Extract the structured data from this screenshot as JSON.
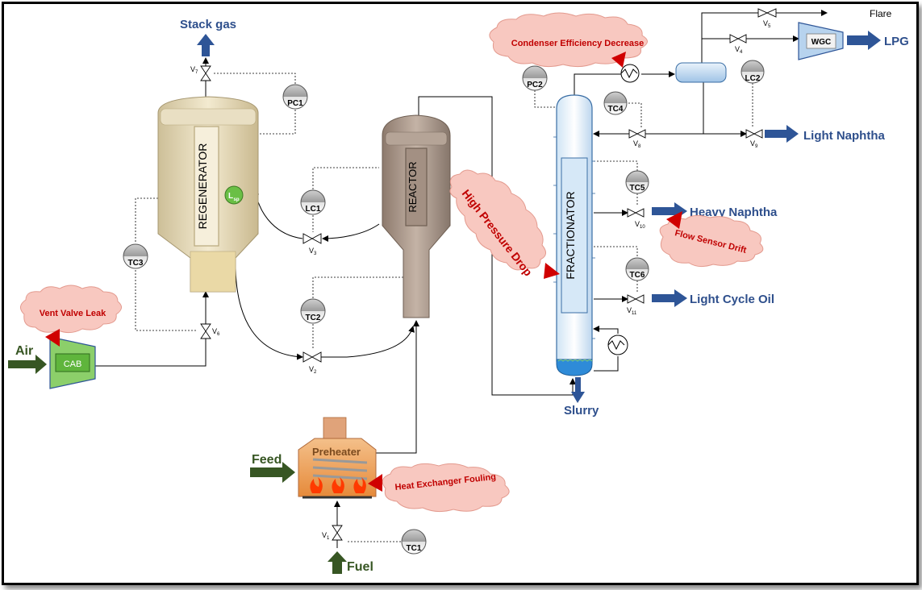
{
  "equipment": {
    "regenerator": "REGENERATOR",
    "reactor": "REACTOR",
    "fractionator": "FRACTIONATOR",
    "preheater": "Preheater",
    "cab": "CAB",
    "wgc": "WGC",
    "lsp_main": "L",
    "lsp_sub": "sp"
  },
  "streams": {
    "stack_gas": "Stack gas",
    "air": "Air",
    "feed": "Feed",
    "fuel": "Fuel",
    "slurry": "Slurry",
    "flare": "Flare",
    "lpg": "LPG",
    "light_naphtha": "Light Naphtha",
    "heavy_naphtha": "Heavy Naphtha",
    "light_cycle_oil": "Light Cycle Oil"
  },
  "instruments": {
    "pc1": "PC1",
    "lc1": "LC1",
    "tc2": "TC2",
    "tc3": "TC3",
    "tc1": "TC1",
    "pc2": "PC2",
    "tc4": "TC4",
    "lc2": "LC2",
    "tc5": "TC5",
    "tc6": "TC6"
  },
  "valves": {
    "v1": "V",
    "v1s": "1",
    "v2": "V",
    "v2s": "2",
    "v3": "V",
    "v3s": "3",
    "v4": "V",
    "v4s": "4",
    "v5": "V",
    "v5s": "5",
    "v6": "V",
    "v6s": "6",
    "v7": "V",
    "v7s": "7",
    "v8": "V",
    "v8s": "8",
    "v9": "V",
    "v9s": "9",
    "v10": "V",
    "v10s": "10",
    "v11": "V",
    "v11s": "11"
  },
  "faults": {
    "vent_valve_leak": "Vent Valve Leak",
    "condenser_eff": "Condenser Efficiency Decrease",
    "high_pressure_drop": "High Pressure Drop",
    "flow_sensor_drift": "Flow Sensor Drift",
    "hx_fouling": "Heat Exchanger Fouling"
  },
  "colors": {
    "product_arrow": "#2e5597",
    "feed_arrow": "#375623",
    "fault_cloud": "#f8c8c0",
    "fault_text": "#c00000"
  }
}
